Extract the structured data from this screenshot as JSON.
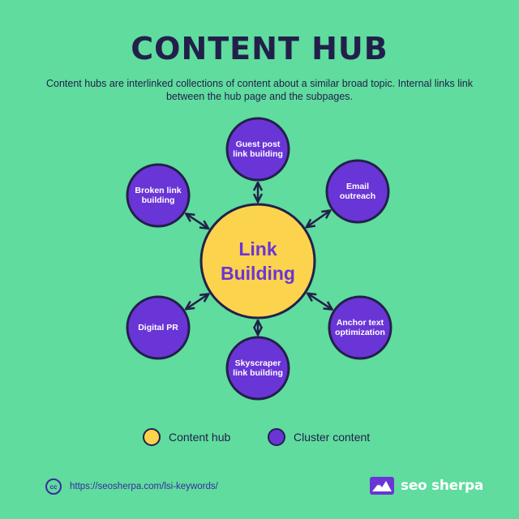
{
  "header": {
    "title": "CONTENT HUB",
    "subtitle": "Content hubs are interlinked collections of content about a similar broad topic. Internal links link between the hub page and the subpages."
  },
  "diagram": {
    "hub": {
      "label": "Link\nBuilding"
    },
    "clusters": [
      {
        "id": "guest",
        "label": "Guest post\nlink building"
      },
      {
        "id": "email",
        "label": "Email\noutreach"
      },
      {
        "id": "anchor",
        "label": "Anchor text\noptimization"
      },
      {
        "id": "skyscraper",
        "label": "Skyscraper\nlink building"
      },
      {
        "id": "digital",
        "label": "Digital PR"
      },
      {
        "id": "broken",
        "label": "Broken link\nbuilding"
      }
    ]
  },
  "legend": {
    "hub_label": "Content hub",
    "cluster_label": "Cluster content"
  },
  "footer": {
    "cc_icon_text": "cc",
    "url": "https://seosherpa.com/lsi-keywords/",
    "brand": "seo sherpa"
  },
  "colors": {
    "background": "#5fdc9e",
    "hub_fill": "#fcd34d",
    "cluster_fill": "#6a35d6",
    "outline": "#22204a",
    "text_dark": "#22204a",
    "hub_text": "#6a35d6"
  },
  "icons": {
    "footer_license": "creative-commons-icon",
    "brand_logo": "seo-sherpa-mountain-logo"
  }
}
